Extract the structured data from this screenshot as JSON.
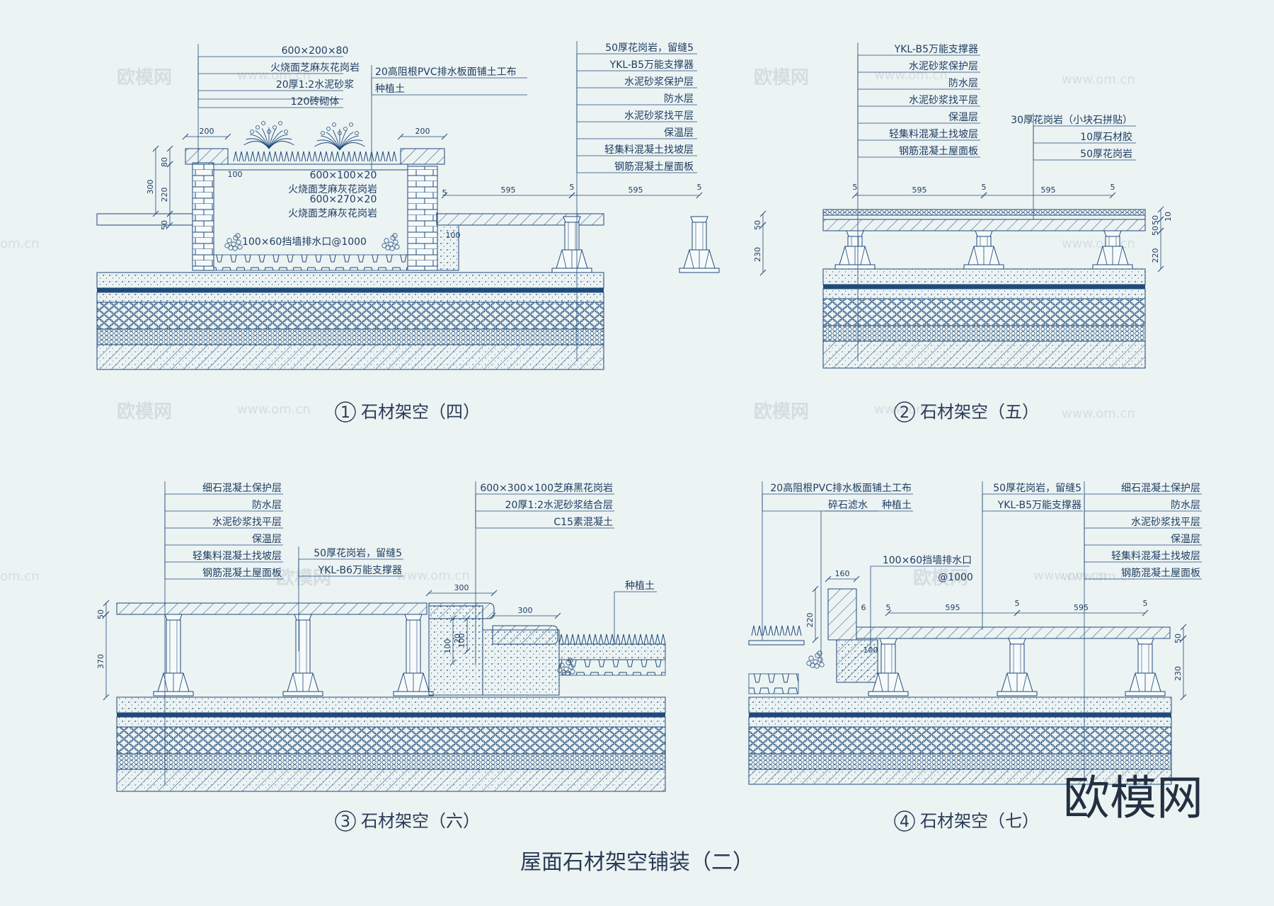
{
  "title": "屋面石材架空铺装（二）",
  "brand": "欧模网",
  "watermark": {
    "cn": "欧模网",
    "url": "www.om.cn",
    "url_short": "om.cn"
  },
  "colors": {
    "line": "#1f4a7a",
    "text": "#1f3e63",
    "bg": "#ecf3f3"
  },
  "panels": [
    {
      "number": "1",
      "caption": "石材架空（四）",
      "left_labels": [
        "600×200×80",
        "火烧面芝麻灰花岗岩",
        "20厚1:2水泥砂浆",
        "120砖砌体"
      ],
      "mid_labels": [
        "20高阻根PVC排水板面铺土工布",
        "种植土"
      ],
      "right_labels": [
        "50厚花岗岩，留缝5",
        "YKL-B5万能支撑器",
        "水泥砂浆保护层",
        "防水层",
        "水泥砂浆找平层",
        "保温层",
        "轻集料混凝土找坡层",
        "钢筋混凝土屋面板"
      ],
      "inner_labels": [
        "600×100×20",
        "火烧面芝麻灰花岗岩",
        "600×270×20",
        "火烧面芝麻灰花岗岩",
        "100×60挡墙排水口@1000"
      ],
      "dims": [
        "200",
        "200",
        "80",
        "300",
        "220",
        "100",
        "50",
        "595",
        "595",
        "5",
        "5",
        "5",
        "100",
        "50",
        "230"
      ]
    },
    {
      "number": "2",
      "caption": "石材架空（五）",
      "left_labels": [
        "YKL-B5万能支撑器",
        "水泥砂浆保护层",
        "防水层",
        "水泥砂浆找平层",
        "保温层",
        "轻集料混凝土找坡层",
        "钢筋混凝土屋面板"
      ],
      "right_labels": [
        "30厚花岗岩（小块石拼贴）",
        "10厚石材胶",
        "50厚花岗岩"
      ],
      "dims": [
        "5",
        "595",
        "5",
        "595",
        "5",
        "50",
        "10",
        "50",
        "220"
      ]
    },
    {
      "number": "3",
      "caption": "石材架空（六）",
      "left_labels": [
        "细石混凝土保护层",
        "防水层",
        "水泥砂浆找平层",
        "保温层",
        "轻集料混凝土找坡层",
        "钢筋混凝土屋面板"
      ],
      "mid_labels": [
        "50厚花岗岩，留缝5",
        "YKL-B6万能支撑器"
      ],
      "right_labels": [
        "600×300×100芝麻黑花岗岩",
        "20厚1:2水泥砂浆结合层",
        "C15素混凝土"
      ],
      "extra_labels": [
        "种植土"
      ],
      "dims": [
        "50",
        "370",
        "300",
        "300",
        "100",
        "100",
        "20"
      ]
    },
    {
      "number": "4",
      "caption": "石材架空（七）",
      "left_labels": [
        "20高阻根PVC排水板面铺土工布",
        "种植土",
        "碎石滤水"
      ],
      "mid_labels": [
        "50厚花岗岩，留缝5",
        "YKL-B5万能支撑器"
      ],
      "right_labels": [
        "细石混凝土保护层",
        "防水层",
        "水泥砂浆找平层",
        "保温层",
        "轻集料混凝土找坡层",
        "钢筋混凝土屋面板"
      ],
      "inner_labels": [
        "100×60挡墙排水口",
        "@1000"
      ],
      "dims": [
        "160",
        "220",
        "6",
        "5",
        "595",
        "5",
        "595",
        "5",
        "100",
        "50",
        "230"
      ]
    }
  ]
}
